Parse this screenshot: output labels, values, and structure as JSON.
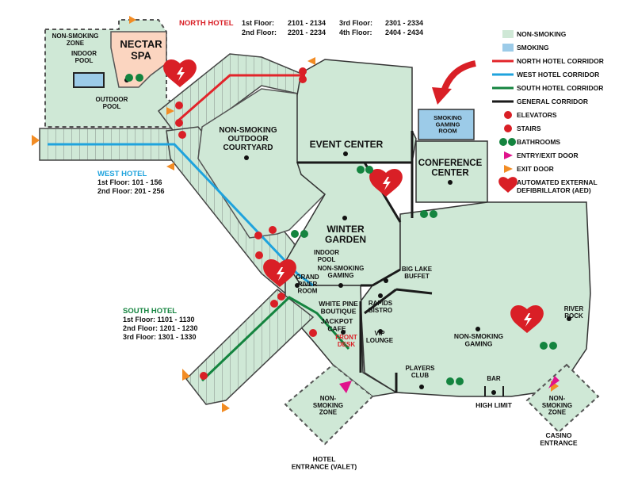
{
  "colors": {
    "non_smoking": "#cfe8d6",
    "smoking": "#9ccbe8",
    "spa": "#fbd5c0",
    "north_corridor": "#e2242a",
    "west_corridor": "#1fa3dd",
    "south_corridor": "#14843f",
    "general_corridor": "#1a1a1a",
    "red_accent": "#d91f26",
    "exit_orange": "#f28c24",
    "entry_magenta": "#e0138c",
    "outline": "#3a3a3a"
  },
  "north_hotel": {
    "title": "NORTH HOTEL",
    "floors": [
      {
        "label": "1st Floor:",
        "range": "2101 - 2134"
      },
      {
        "label": "2nd Floor:",
        "range": "2201 - 2234"
      },
      {
        "label": "3rd Floor:",
        "range": "2301 - 2334"
      },
      {
        "label": "4th Floor:",
        "range": "2404 - 2434"
      }
    ]
  },
  "west_hotel": {
    "title": "WEST HOTEL",
    "floors": [
      "1st Floor:  101 - 156",
      "2nd Floor: 201 - 256"
    ]
  },
  "south_hotel": {
    "title": "SOUTH HOTEL",
    "floors": [
      "1st Floor:   1101 - 1130",
      "2nd Floor: 1201 - 1230",
      "3rd Floor: 1301 - 1330"
    ]
  },
  "legend": [
    {
      "label": "NON-SMOKING",
      "icon": "non-smoking-swatch"
    },
    {
      "label": "SMOKING",
      "icon": "smoking-swatch"
    },
    {
      "label": "NORTH HOTEL CORRIDOR",
      "icon": "red-line"
    },
    {
      "label": "WEST HOTEL CORRIDOR",
      "icon": "blue-line"
    },
    {
      "label": "SOUTH HOTEL CORRIDOR",
      "icon": "green-line"
    },
    {
      "label": "GENERAL CORRIDOR",
      "icon": "black-line"
    },
    {
      "label": "ELEVATORS",
      "icon": "elevator-icon"
    },
    {
      "label": "STAIRS",
      "icon": "stairs-icon"
    },
    {
      "label": "BATHROOMS",
      "icon": "bathroom-icon"
    },
    {
      "label": "ENTRY/EXIT DOOR",
      "icon": "entry-door-icon"
    },
    {
      "label": "EXIT DOOR",
      "icon": "exit-door-icon"
    },
    {
      "label": "AUTOMATED EXTERNAL",
      "label2": "DEFIBRILLATOR (AED)",
      "icon": "aed-icon"
    }
  ],
  "areas": {
    "spa_zone": "NON-SMOKING\nZONE",
    "indoor_pool_nw": "INDOOR\nPOOL",
    "nectar_spa": "NECTAR\nSPA",
    "outdoor_pool": "OUTDOOR\nPOOL",
    "courtyard": "NON-SMOKING\nOUTDOOR\nCOURTYARD",
    "event_center": "EVENT CENTER",
    "smoking_gaming": "SMOKING\nGAMING\nROOM",
    "conference_center": "CONFERENCE\nCENTER",
    "winter_garden": "WINTER\nGARDEN",
    "indoor_pool": "INDOOR\nPOOL",
    "ns_gaming_small": "NON-SMOKING\nGAMING",
    "big_lake_buffet": "BIG LAKE\nBUFFET",
    "grand_river_room": "GRAND\nRIVER\nROOM",
    "white_pine": "WHITE PINE\nBOUTIQUE",
    "jackpot_cafe": "JACKPOT\nCAFE",
    "front_desk": "FRONT\nDESK",
    "rapids_bistro": "RAPIDS\nBISTRO",
    "vip_lounge": "VIP\nLOUNGE",
    "players_club": "PLAYERS\nCLUB",
    "ns_gaming_main": "NON-SMOKING\nGAMING",
    "bar": "BAR",
    "high_limit": "HIGH LIMIT",
    "river_rock": "RIVER\nROCK",
    "ns_zone_hotel": "NON-\nSMOKING\nZONE",
    "ns_zone_casino": "NON-\nSMOKING\nZONE",
    "hotel_entrance": "HOTEL\nENTRANCE (VALET)",
    "casino_entrance": "CASINO\nENTRANCE"
  }
}
